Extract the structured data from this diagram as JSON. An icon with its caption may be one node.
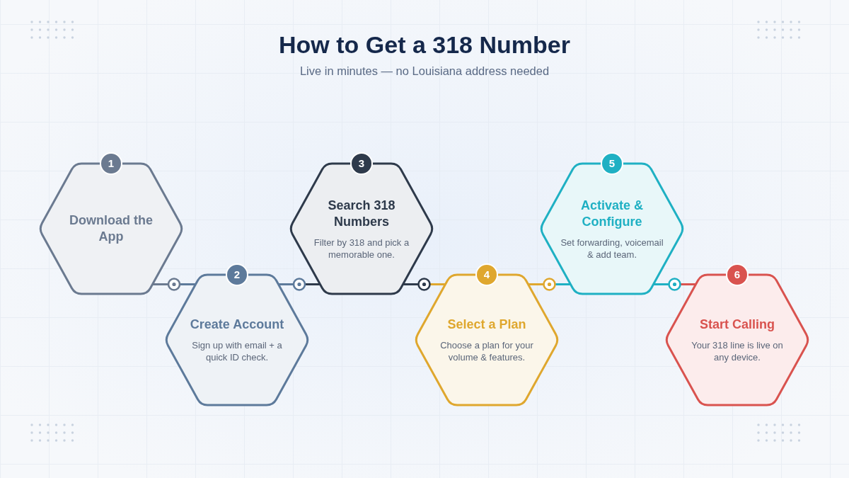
{
  "diagram": {
    "title": "How to Get a **318** Number",
    "nodes": [
      {
        "text": [
          "1",
          "Download the App"
        ]
      },
      {
        "text": [
          "2",
          "Create Account",
          "Sign up with email + a quick ID check."
        ]
      },
      {
        "text": [
          "3",
          "Search 318 Numbers",
          "Filter by 318 and pick a memorable one."
        ]
      },
      {
        "text": [
          "4",
          "Select a Plan",
          "Choose a plan for your volume & features."
        ]
      },
      {
        "text": [
          "5",
          "Activate & Configure",
          "Set forwarding, voicemail & add team."
        ]
      },
      {
        "text": [
          "6",
          "Start Calling",
          "Your 318 line is live on any device."
        ]
      }
    ],
    "edges": [
      {
        "from": 0,
        "to": 1,
        "arrow": "none"
      },
      {
        "from": 1,
        "to": 2,
        "arrow": "none"
      },
      {
        "from": 2,
        "to": 3,
        "arrow": "none"
      },
      {
        "from": 3,
        "to": 4,
        "arrow": "none"
      },
      {
        "from": 4,
        "to": 5,
        "arrow": "none"
      }
    ],
    "labels": [
      "Live in minutes — no Louisiana address needed"
    ]
  }
}
